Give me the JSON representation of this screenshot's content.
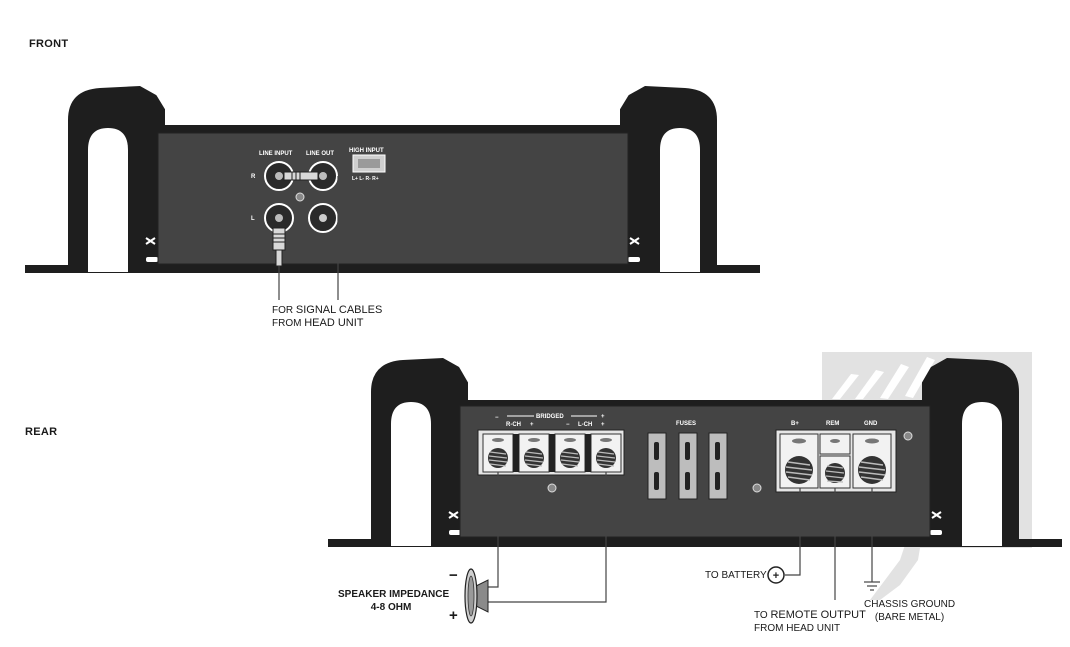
{
  "labels": {
    "front": "FRONT",
    "rear": "REAR"
  },
  "front_panel": {
    "line_input": "LINE INPUT",
    "line_out": "LINE OUT",
    "high_input": "HIGH INPUT",
    "high_input_pins": "L+ L- R- R+",
    "r": "R",
    "l": "L"
  },
  "front_callout": {
    "line1_small": "FOR ",
    "line1_big": "SIGNAL CABLES",
    "line2_small": "FROM ",
    "line2_big": "HEAD UNIT"
  },
  "rear_panel": {
    "bridged": "BRIDGED",
    "minus_left": "−",
    "r_ch": "R-CH",
    "plus_rch": "+",
    "minus_lch": "−",
    "l_ch": "L-CH",
    "plus_right": "+",
    "plus_top": "+",
    "fuses": "FUSES",
    "b_plus": "B+",
    "rem": "REM",
    "gnd": "GND"
  },
  "rear_callouts": {
    "speaker_line1": "SPEAKER IMPEDANCE",
    "speaker_line2": "4-8 OHM",
    "speaker_minus": "−",
    "speaker_plus": "+",
    "battery": "TO BATTERY",
    "battery_symbol": "+",
    "remote_line1_small": "TO ",
    "remote_line1_big": "REMOTE OUTPUT",
    "remote_line2": "FROM HEAD UNIT",
    "ground_line1": "CHASSIS GROUND",
    "ground_line2": "(BARE METAL)"
  }
}
